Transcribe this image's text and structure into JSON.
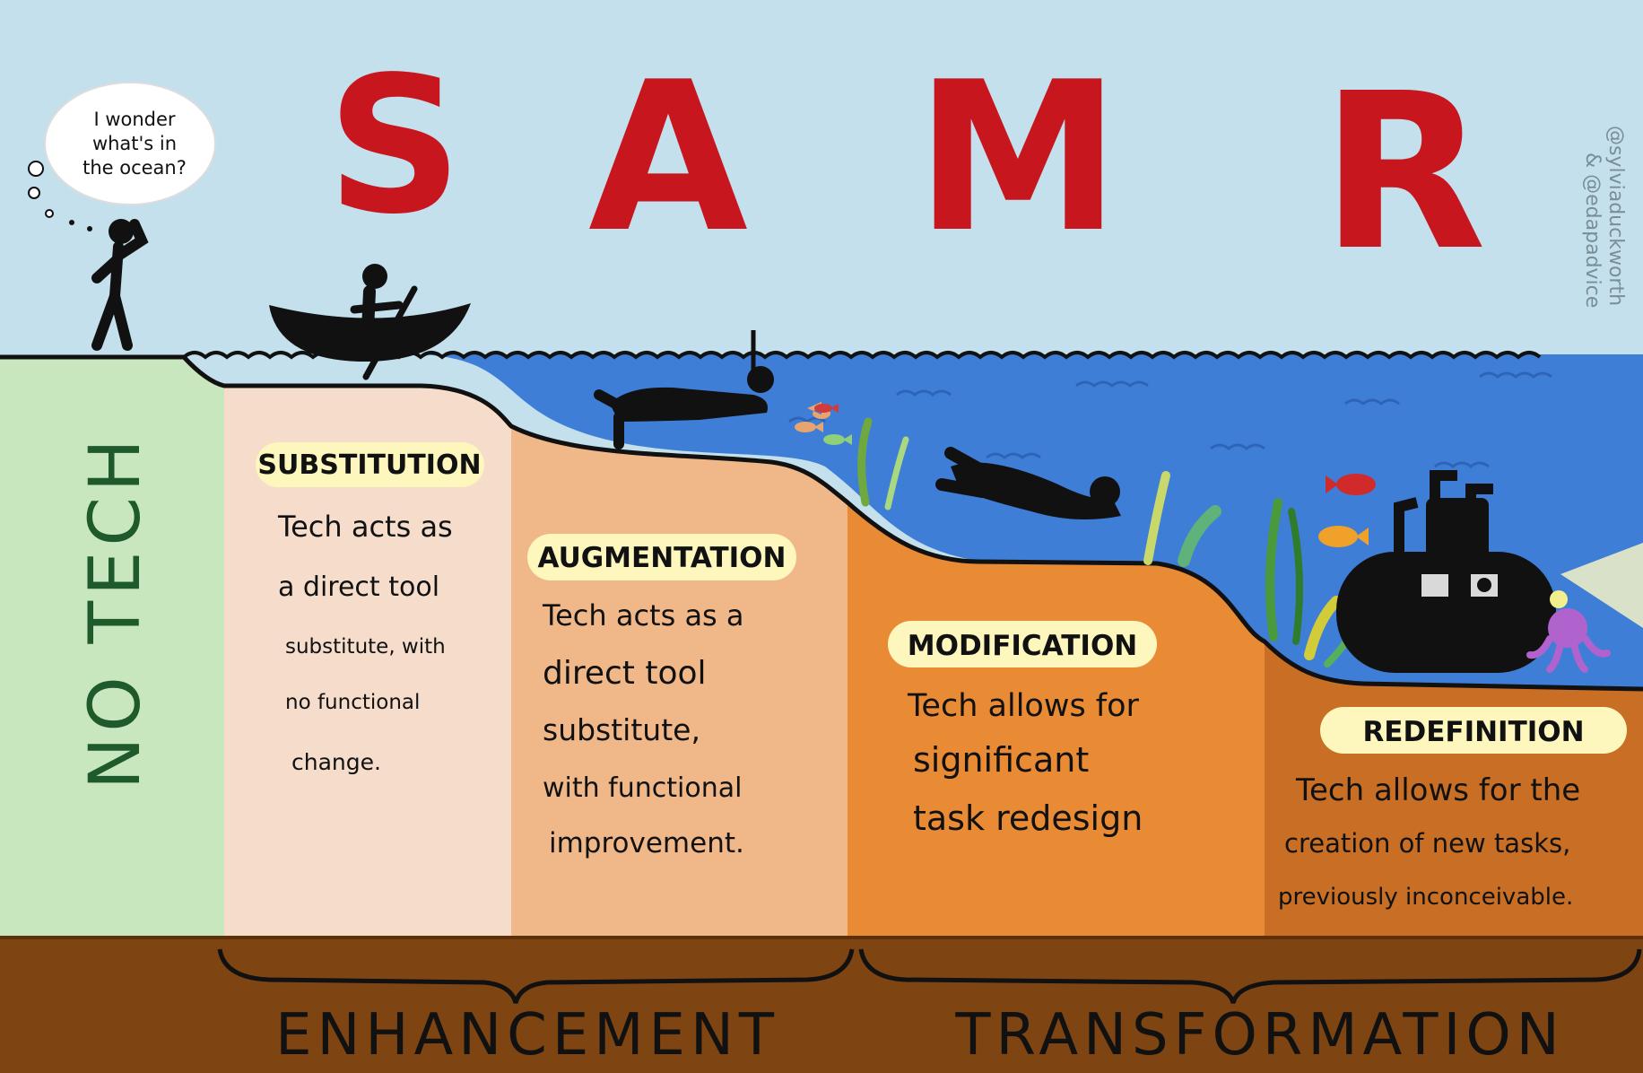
{
  "title_letters": [
    "S",
    "A",
    "M",
    "R"
  ],
  "thought_bubble": [
    "I wonder",
    "what's in",
    "the ocean?"
  ],
  "credit": [
    "@sylviaduckworth",
    "& @edapadvice"
  ],
  "no_tech": "NO TECH",
  "stages": [
    {
      "label": "SUBSTITUTION",
      "lines": [
        "Tech acts as",
        "a direct tool",
        "substitute, with",
        "no functional",
        "change."
      ]
    },
    {
      "label": "AUGMENTATION",
      "lines": [
        "Tech acts as a",
        "direct tool",
        "substitute,",
        "with functional",
        "improvement."
      ]
    },
    {
      "label": "MODIFICATION",
      "lines": [
        "Tech allows for",
        "significant",
        "task redesign"
      ]
    },
    {
      "label": "REDEFINITION",
      "lines": [
        "Tech allows for the",
        "creation of new tasks,",
        "previously inconceivable."
      ]
    }
  ],
  "groups": {
    "enhancement": "ENHANCEMENT",
    "transformation": "TRANSFORMATION"
  },
  "colors": {
    "sky": "#c3e0ec",
    "water": "#3f7ed6",
    "no_tech": "#c9e7be",
    "substitution": "#f6ddcb",
    "augmentation": "#f0b889",
    "modification": "#e98a35",
    "redefinition": "#c86f25",
    "ground": "#7e4512",
    "title": "#c8161e"
  }
}
